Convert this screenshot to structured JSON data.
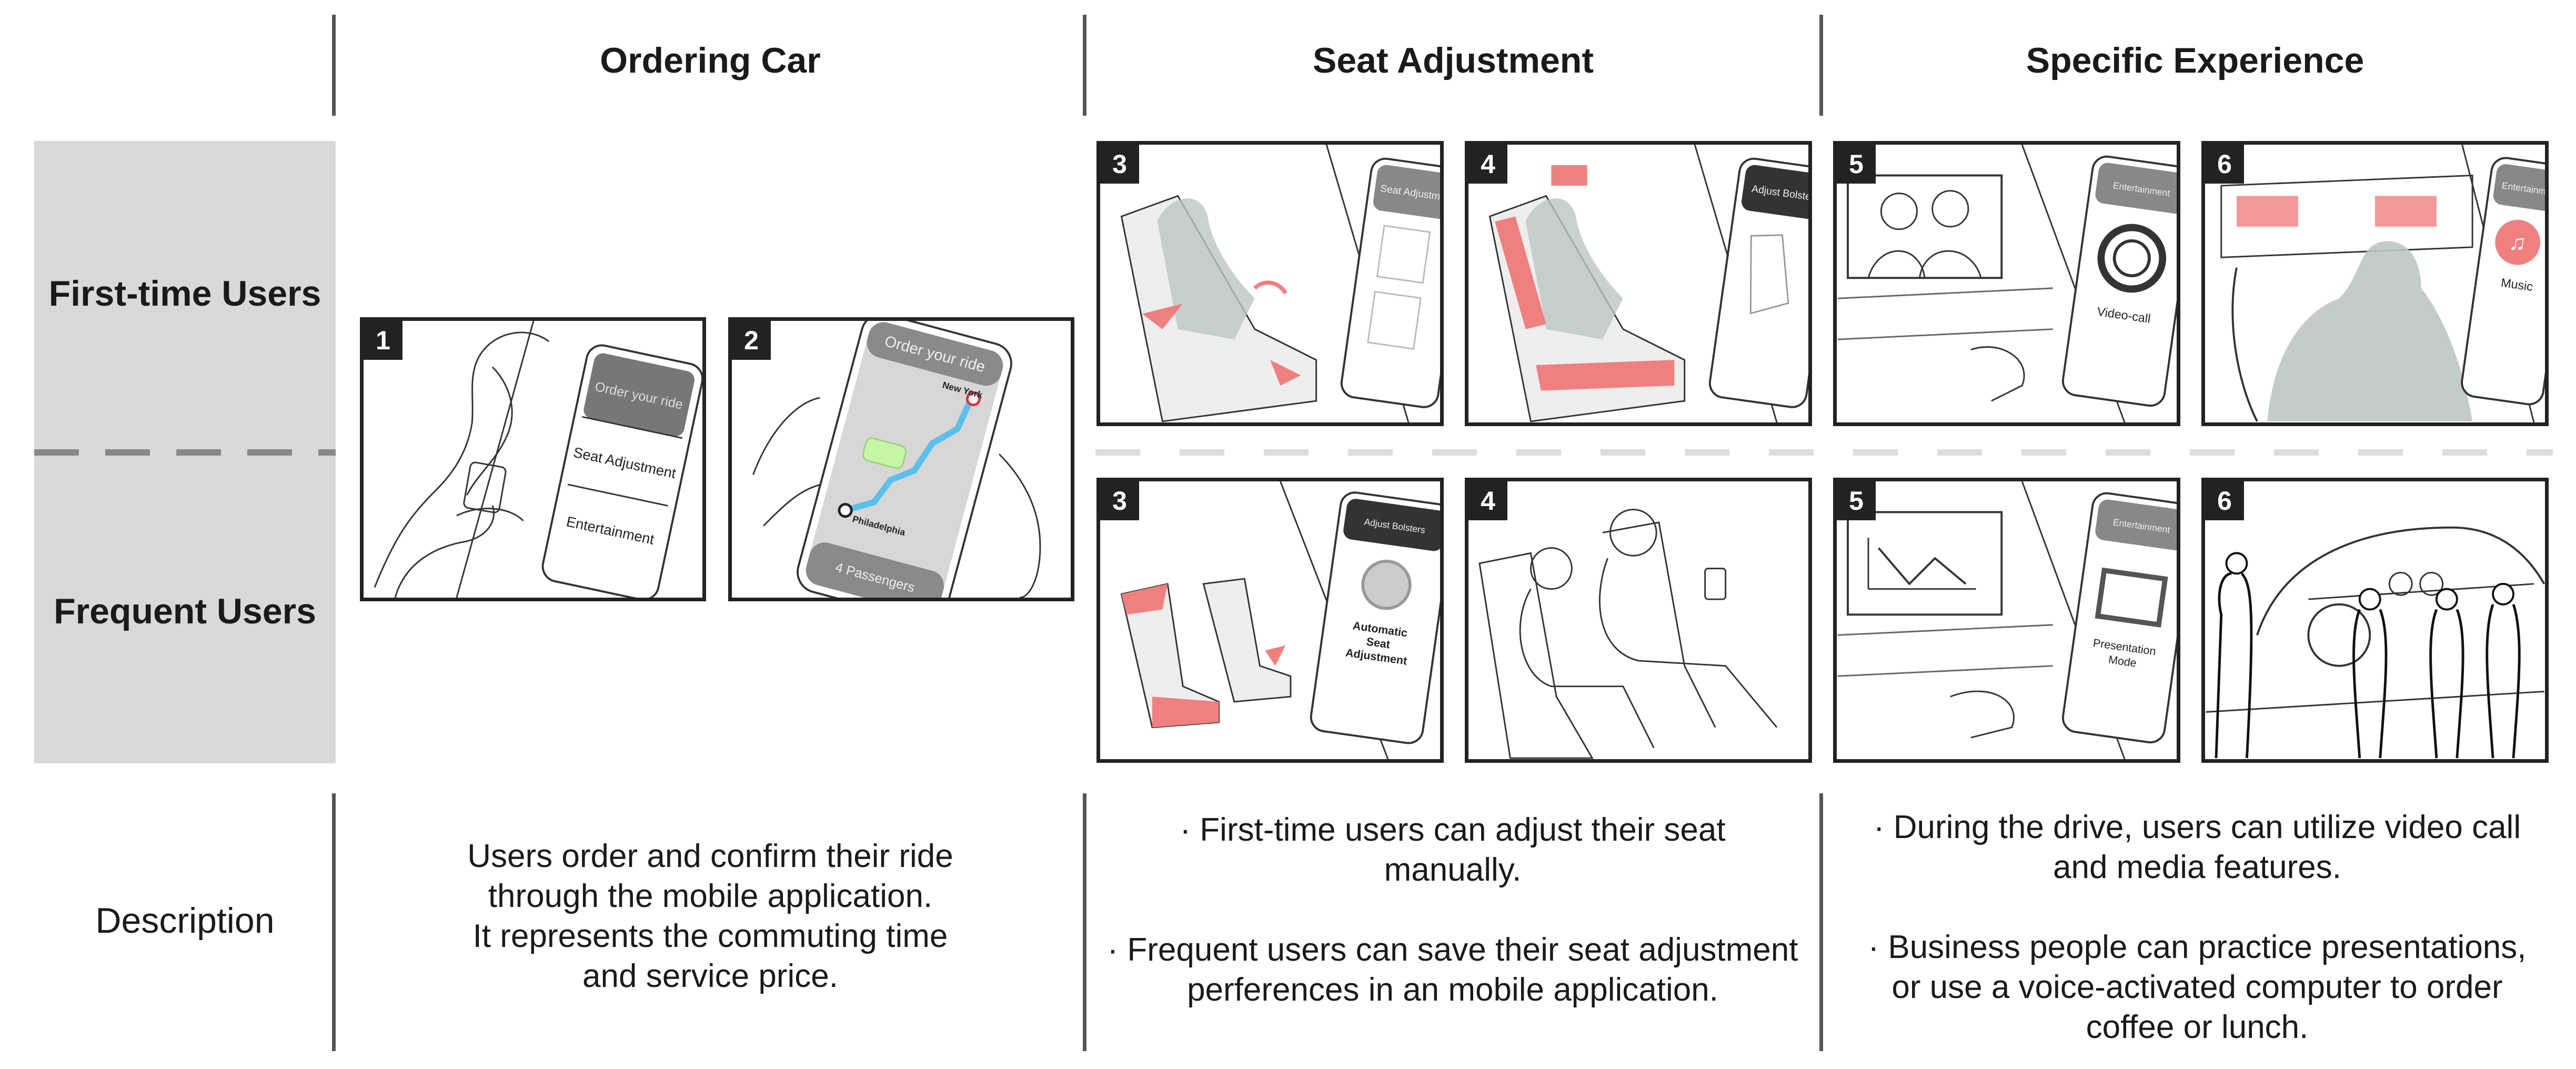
{
  "columns": {
    "ordering": "Ordering Car",
    "seat": "Seat Adjustment",
    "experience": "Specific Experience"
  },
  "rows": {
    "first_time": "First-time Users",
    "frequent": "Frequent Users",
    "description": "Description"
  },
  "panels": {
    "p1": {
      "num": "1",
      "screen_title": "Order your ride",
      "item1": "Seat Adjustment",
      "item2": "Entertainment"
    },
    "p2": {
      "num": "2",
      "screen_title": "Order your ride",
      "dest": "New York",
      "origin": "Philadelphia",
      "footer": "4 Passengers"
    },
    "ft3": {
      "num": "3",
      "screen_title": "Seat Adjustment"
    },
    "ft4": {
      "num": "4",
      "screen_title": "Adjust Bolsters"
    },
    "ft5": {
      "num": "5",
      "screen_title": "Entertainment",
      "caption": "Video-call"
    },
    "ft6": {
      "num": "6",
      "screen_title": "Entertainment",
      "caption": "Music"
    },
    "fr3": {
      "num": "3",
      "screen_title": "Adjust Bolsters",
      "caption_l1": "Automatic",
      "caption_l2": "Seat",
      "caption_l3": "Adjustment"
    },
    "fr4": {
      "num": "4"
    },
    "fr5": {
      "num": "5",
      "screen_title": "Entertainment",
      "caption_l1": "Presentation",
      "caption_l2": "Mode"
    },
    "fr6": {
      "num": "6"
    }
  },
  "descriptions": {
    "ordering": {
      "l1": "Users order and confirm their ride",
      "l2": "through the mobile application.",
      "l3": "It represents the commuting time",
      "l4": "and service price."
    },
    "seat": {
      "b1_l1": "· First-time users can adjust their seat",
      "b1_l2": "manually.",
      "b2_l1": "· Frequent users can save their seat adjustment",
      "b2_l2": "perferences in an mobile application."
    },
    "experience": {
      "b1_l1": "· During the drive, users can utilize video call",
      "b1_l2": "and media features.",
      "b2_l1": "· Business people can practice presentations,",
      "b2_l2": "or use a voice-activated computer to order",
      "b2_l3": "coffee or lunch."
    }
  },
  "colors": {
    "accent_red": "#f08080",
    "map_route": "#5bc0eb",
    "gray_box": "#d9d9d9",
    "line": "#555555"
  }
}
